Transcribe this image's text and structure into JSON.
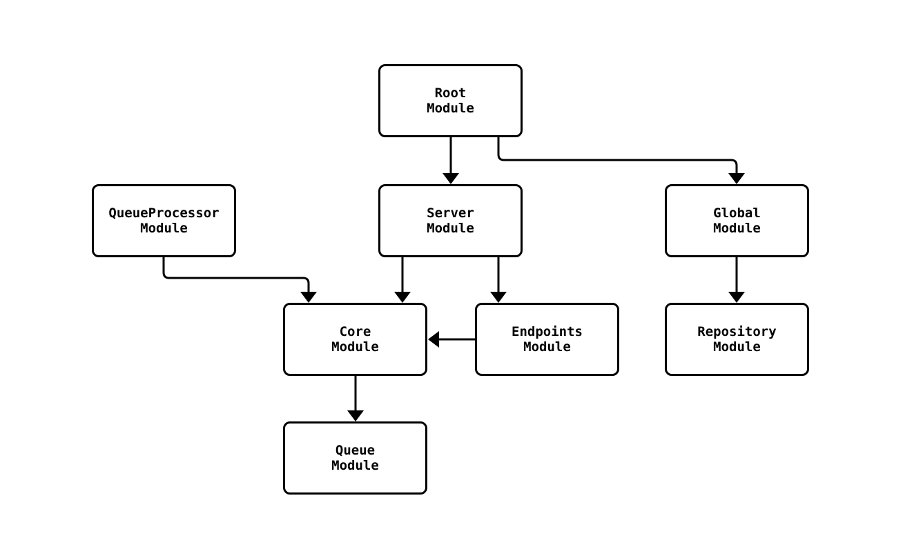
{
  "diagram": {
    "background_color": "#ffffff",
    "stroke_color": "#000000",
    "nodes": {
      "root": {
        "line1": "Root",
        "line2": "Module"
      },
      "queueprocessor": {
        "line1": "QueueProcessor",
        "line2": "Module"
      },
      "server": {
        "line1": "Server",
        "line2": "Module"
      },
      "global": {
        "line1": "Global",
        "line2": "Module"
      },
      "core": {
        "line1": "Core",
        "line2": "Module"
      },
      "endpoints": {
        "line1": "Endpoints",
        "line2": "Module"
      },
      "repository": {
        "line1": "Repository",
        "line2": "Module"
      },
      "queue": {
        "line1": "Queue",
        "line2": "Module"
      }
    },
    "edges": [
      {
        "from": "Root Module",
        "to": "Server Module"
      },
      {
        "from": "Root Module",
        "to": "Global Module"
      },
      {
        "from": "QueueProcessor Module",
        "to": "Core Module"
      },
      {
        "from": "Server Module",
        "to": "Core Module"
      },
      {
        "from": "Server Module",
        "to": "Endpoints Module"
      },
      {
        "from": "Endpoints Module",
        "to": "Core Module"
      },
      {
        "from": "Global Module",
        "to": "Repository Module"
      },
      {
        "from": "Core Module",
        "to": "Queue Module"
      }
    ]
  }
}
